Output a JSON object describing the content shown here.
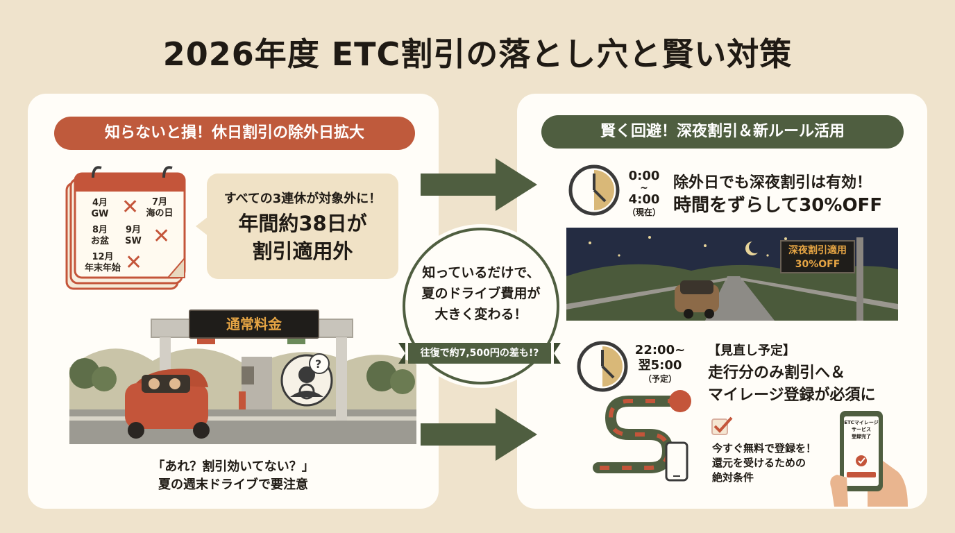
{
  "title": "2026年度 ETC割引の落とし穴と賢い対策",
  "left": {
    "header": "知らないと損！休日割引の除外日拡大",
    "calendar": {
      "items": [
        {
          "label_1": "4月",
          "label_2": "GW"
        },
        {
          "label_1": "7月",
          "label_2": "海の日"
        },
        {
          "label_1": "8月",
          "label_2": "お盆"
        },
        {
          "label_1": "9月",
          "label_2": "SW"
        },
        {
          "label_1": "12月",
          "label_2": "年末年始"
        }
      ]
    },
    "bubble": {
      "sub": "すべての3連休が対象外に！",
      "main_1": "年間約38日が",
      "main_2": "割引適用外"
    },
    "toll_sign": "通常料金",
    "caption_1": "「あれ？割引効いてない？」",
    "caption_2": "夏の週末ドライブで要注意"
  },
  "center": {
    "line_1": "知っているだけで、",
    "line_2": "夏のドライブ費用が",
    "line_3": "大きく変わる！",
    "ribbon": "往復で約7,500円の差も!?"
  },
  "right": {
    "header": "賢く回避！深夜割引＆新ルール活用",
    "block1": {
      "time_start": "0:00",
      "time_sep": "~",
      "time_end": "4:00",
      "time_note": "（現在）",
      "line_1": "除外日でも深夜割引は有効！",
      "line_2": "時間をずらして30%OFF"
    },
    "night_sign_1": "深夜割引適用",
    "night_sign_2": "30%OFF",
    "block2": {
      "time_start": "22:00~",
      "time_end": "翌5:00",
      "time_note": "（予定）",
      "tag": "【見直し予定】",
      "line_1": "走行分のみ割引へ＆",
      "line_2": "マイレージ登録が必須に"
    },
    "register": {
      "line_1": "今すぐ無料で登録を！",
      "line_2": "還元を受けるための",
      "line_3": "絶対条件"
    },
    "phone": {
      "line_1": "ETCマイレージ",
      "line_2": "サービス",
      "line_3": "登録完了"
    }
  },
  "colors": {
    "background": "#efe3cc",
    "accent_red": "#bf5a3c",
    "accent_green": "#4f5e40",
    "accent_gold": "#d9b878"
  }
}
